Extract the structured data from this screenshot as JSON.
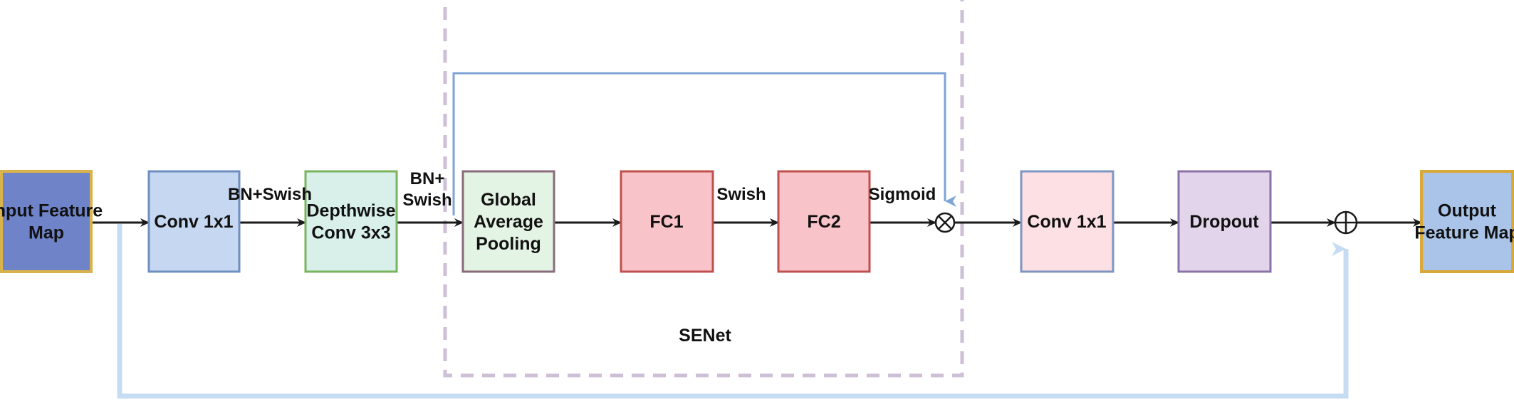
{
  "diagram": {
    "nodes": {
      "input": {
        "lines": [
          "Input Feature",
          "Map"
        ],
        "fill": "#6f83c9",
        "stroke": "#d8b24c"
      },
      "conv1": {
        "lines": [
          "Conv 1x1"
        ],
        "fill": "#c6d7f1",
        "stroke": "#6d8fc0"
      },
      "dwconv": {
        "lines": [
          "Depthwise",
          "Conv 3x3"
        ],
        "fill": "#d9f0ea",
        "stroke": "#79b35e"
      },
      "gap": {
        "lines": [
          "Global",
          "Average",
          "Pooling"
        ],
        "fill": "#e4f4e4",
        "stroke": "#8a6a7a"
      },
      "fc1": {
        "lines": [
          "FC1"
        ],
        "fill": "#f8c3c9",
        "stroke": "#c0504d"
      },
      "fc2": {
        "lines": [
          "FC2"
        ],
        "fill": "#f8c3c9",
        "stroke": "#c0504d"
      },
      "conv2": {
        "lines": [
          "Conv 1x1"
        ],
        "fill": "#fde0e3",
        "stroke": "#7d95c2"
      },
      "dropout": {
        "lines": [
          "Dropout"
        ],
        "fill": "#e2d5eb",
        "stroke": "#8b72a8"
      },
      "output": {
        "lines": [
          "Output",
          "Feature Map"
        ],
        "fill": "#a9c4e8",
        "stroke": "#d8a93a"
      }
    },
    "edge_labels": {
      "bn_swish_1": "BN+Swish",
      "bn_swish_2": [
        "BN+",
        "Swish"
      ],
      "swish": "Swish",
      "sigmoid": "Sigmoid"
    },
    "region": {
      "label": "SENet",
      "stroke": "#cdbfd6"
    },
    "operators": {
      "multiply": "multiply-operator",
      "add": "add-operator"
    },
    "colors": {
      "arrow": "#1a1a1a",
      "skip_se": "#7ea3d6",
      "skip_residual": "#c6dcf3"
    }
  }
}
